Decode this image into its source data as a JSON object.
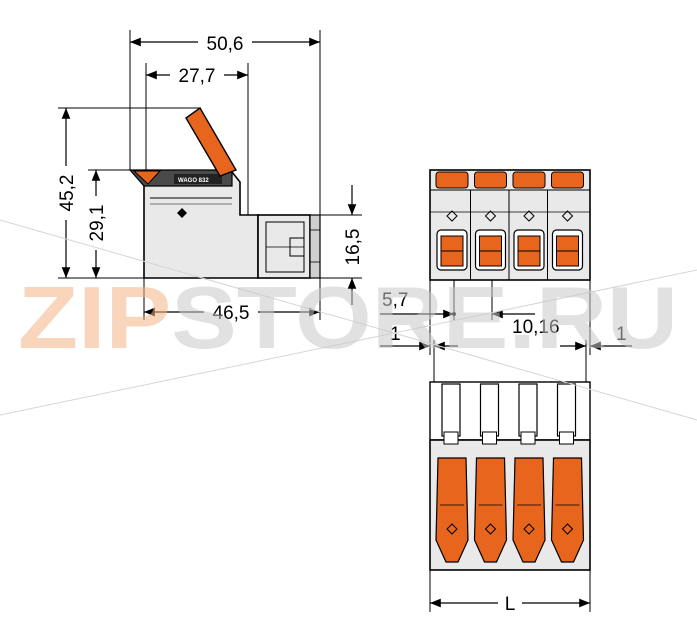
{
  "watermark": {
    "brand": "ZIP",
    "rest": "STORE.RU"
  },
  "side_view": {
    "overall_length": "50,6",
    "lever_offset": "27,7",
    "overall_height": "45,2",
    "body_height": "29,1",
    "pin_height": "16,5",
    "base_length": "46,5",
    "label_text": "WAGO 832"
  },
  "front_view": {
    "first_pin_offset": "5,7",
    "pitch": "10,16",
    "left_margin": "1",
    "right_margin": "1",
    "total_length": "L"
  },
  "colors": {
    "body": "#e9e9e9",
    "lever": "#e8651d",
    "line": "#000000"
  }
}
